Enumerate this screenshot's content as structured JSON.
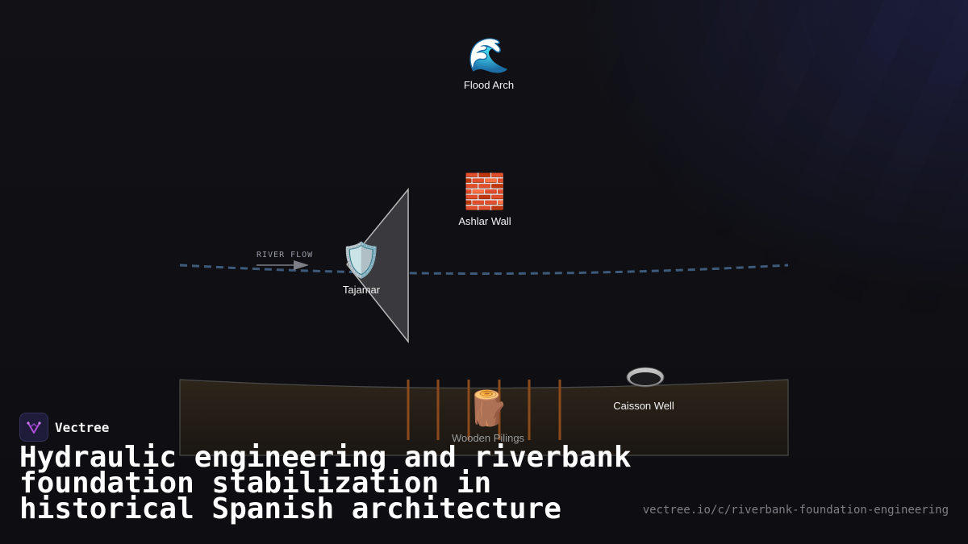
{
  "diagram": {
    "flow_label": "RIVER FLOW",
    "nodes": {
      "flood_arch": {
        "icon": "🌊",
        "icon_name": "wave-icon",
        "label": "Flood Arch"
      },
      "ashlar_wall": {
        "icon": "🧱",
        "icon_name": "brick-icon",
        "label": "Ashlar Wall"
      },
      "tajamar": {
        "icon": "🛡️",
        "icon_name": "shield-icon",
        "label": "Tajamar"
      },
      "wooden_pilings": {
        "icon": "🪵",
        "icon_name": "log-icon",
        "label": "Wooden Pilings"
      },
      "caisson_well": {
        "icon_name": "caisson-well-icon",
        "label": "Caisson Well"
      }
    },
    "colors": {
      "water_line": "#3d5a7a",
      "riverbed_fill": "#2a2218",
      "piling": "#8b4a1c",
      "tajamar_fill": "#3a3a3e"
    }
  },
  "brand": {
    "name": "Vectree",
    "logo_icon": "vectree-logo-icon",
    "accent": "#b04fd6"
  },
  "title": "Hydraulic engineering and riverbank foundation stabilization in historical Spanish architecture",
  "url": "vectree.io/c/riverbank-foundation-engineering"
}
